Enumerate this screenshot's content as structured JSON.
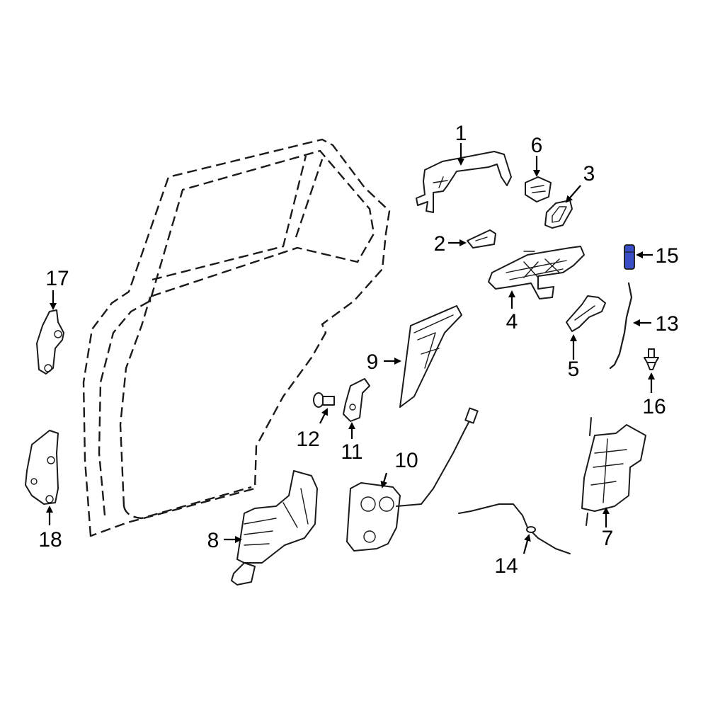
{
  "diagram": {
    "accent_color": "#3a4fc7",
    "callouts": [
      {
        "id": "1",
        "label": "1"
      },
      {
        "id": "2",
        "label": "2"
      },
      {
        "id": "3",
        "label": "3"
      },
      {
        "id": "4",
        "label": "4"
      },
      {
        "id": "5",
        "label": "5"
      },
      {
        "id": "6",
        "label": "6"
      },
      {
        "id": "7",
        "label": "7"
      },
      {
        "id": "8",
        "label": "8"
      },
      {
        "id": "9",
        "label": "9"
      },
      {
        "id": "10",
        "label": "10"
      },
      {
        "id": "11",
        "label": "11"
      },
      {
        "id": "12",
        "label": "12"
      },
      {
        "id": "13",
        "label": "13"
      },
      {
        "id": "14",
        "label": "14"
      },
      {
        "id": "15",
        "label": "15"
      },
      {
        "id": "16",
        "label": "16"
      },
      {
        "id": "17",
        "label": "17"
      },
      {
        "id": "18",
        "label": "18"
      }
    ]
  }
}
